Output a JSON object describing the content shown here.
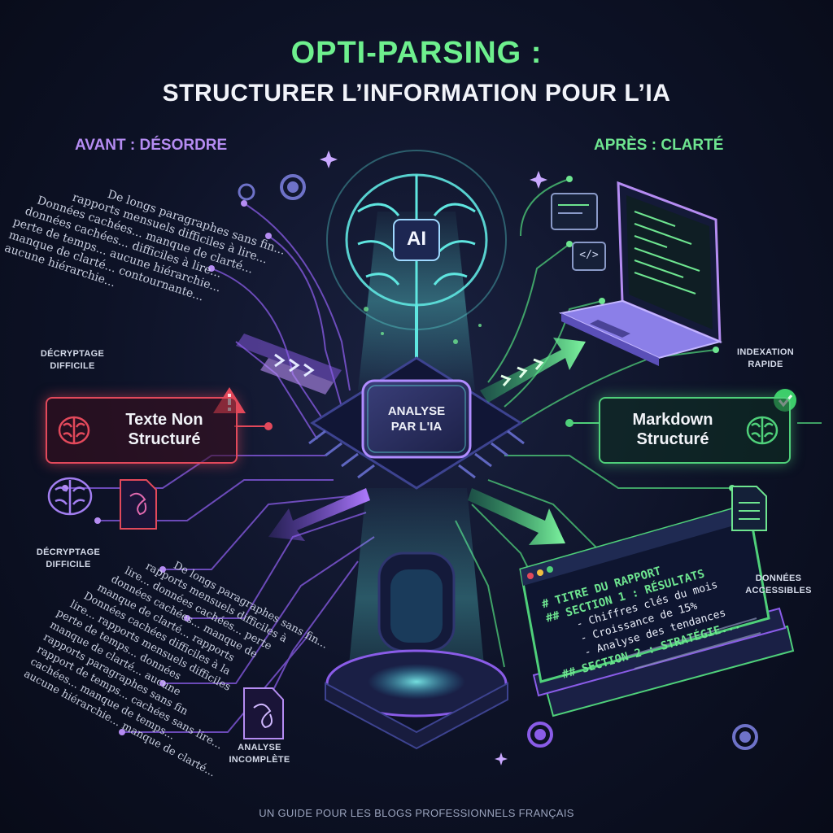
{
  "header": {
    "title": "OPTI-PARSING :",
    "subtitle": "STRUCTURER L’INFORMATION POUR L’IA"
  },
  "left": {
    "section_title": "AVANT : DÉSORDRE",
    "box_label_1": "Texte Non",
    "box_label_2": "Structuré",
    "label_decrypt_top_1": "DÉCRYPTAGE",
    "label_decrypt_top_2": "DIFFICILE",
    "label_decrypt_bottom_1": "DÉCRYPTAGE",
    "label_decrypt_bottom_2": "DIFFICILE",
    "label_incomplete_1": "ANALYSE",
    "label_incomplete_2": "INCOMPLÈTE",
    "messy_top": [
      "De longs paragraphes sans fin...",
      "rapports mensuels difficiles à lire...",
      "Données cachées... manque de clarté...",
      "données cachées... difficiles à lire...",
      "perte de temps... aucune hiérarchie...",
      "manque de clarté... contournante...",
      "aucune hiérarchie..."
    ],
    "messy_bottom": [
      "De longs paragraphes sans fin...",
      "rapports mensuels difficiles à",
      "lire... données cachées... perte",
      "données cachées... manque de",
      "manque de clarté... rapports",
      "Données cachées difficiles à la",
      "lire... rapports mensuels difficiles",
      "perte de temps... données",
      "manque de clarté... aucune",
      "rapports paragraphes sans fin",
      "rapport de temps... cachées sans lire...",
      "cachées... manque de temps...",
      "aucune hiérarchie... manque de clarté..."
    ]
  },
  "center": {
    "ai_badge": "AI",
    "chip_label_1": "ANALYSE",
    "chip_label_2": "PAR L'IA"
  },
  "right": {
    "section_title": "APRÈS : CLARTÉ",
    "box_label_1": "Markdown",
    "box_label_2": "Structuré",
    "label_index_1": "INDEXATION",
    "label_index_2": "RAPIDE",
    "label_access_1": "DONNÉES",
    "label_access_2": "ACCESSIBLES",
    "code_tag": "</>",
    "markdown_lines": [
      "# TITRE DU RAPPORT",
      "## SECTION 1 : RÉSULTATS",
      "- Chiffres clés du mois",
      "- Croissance de 15%",
      "- Analyse des tendances",
      "## SECTION 2 : STRATÉGIE..."
    ]
  },
  "footer": "UN GUIDE POUR LES BLOGS PROFESSIONNELS FRANÇAIS",
  "colors": {
    "green": "#6ef08e",
    "purple": "#9a6cf0",
    "red": "#e2495b",
    "cyan": "#5fe6e0",
    "background": "#0d1226"
  },
  "icons": [
    "brain-icon",
    "warning-icon",
    "check-icon",
    "gear-icon",
    "document-icon",
    "laptop-icon",
    "sparkle-icon",
    "arrow-icon"
  ]
}
